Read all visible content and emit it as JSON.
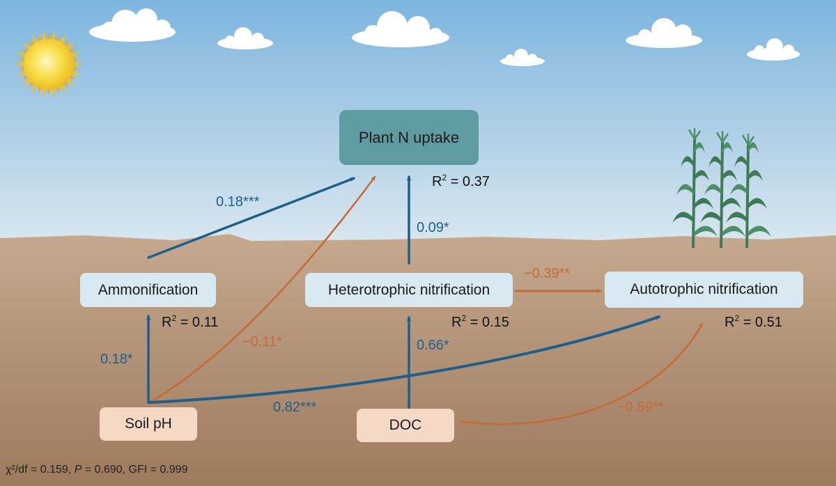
{
  "nodes": {
    "plant_n_uptake": "Plant N uptake",
    "ammonification": "Ammonification",
    "heterotrophic_nitrification": "Heterotrophic nitrification",
    "autotrophic_nitrification": "Autotrophic nitrification",
    "soil_ph": "Soil pH",
    "doc": "DOC"
  },
  "r2": {
    "prefix": "R",
    "superscript": "2",
    "plant_n_uptake": " = 0.37",
    "ammonification": " = 0.11",
    "heterotrophic_nitrification": " = 0.15",
    "autotrophic_nitrification": " = 0.51"
  },
  "paths": [
    {
      "from": "Ammonification",
      "to": "Plant N uptake",
      "coefficient": "0.18***",
      "sign": "positive"
    },
    {
      "from": "Soil pH",
      "to": "Plant N uptake",
      "coefficient": "−0.11*",
      "sign": "negative"
    },
    {
      "from": "Heterotrophic nitrification",
      "to": "Plant N uptake",
      "coefficient": "0.09*",
      "sign": "positive"
    },
    {
      "from": "Soil pH",
      "to": "Ammonification",
      "coefficient": "0.18*",
      "sign": "positive"
    },
    {
      "from": "Heterotrophic nitrification",
      "to": "Autotrophic nitrification",
      "coefficient": "−0.39**",
      "sign": "negative"
    },
    {
      "from": "DOC",
      "to": "Heterotrophic nitrification",
      "coefficient": "0.66*",
      "sign": "positive"
    },
    {
      "from": "Soil pH",
      "to": "Autotrophic nitrification",
      "coefficient": "0.82***",
      "sign": "positive"
    },
    {
      "from": "DOC",
      "to": "Autotrophic nitrification",
      "coefficient": "−0.59**",
      "sign": "negative"
    }
  ],
  "fit": {
    "chi_df": "χ²/df = 0.159, ",
    "p_symbol": "P",
    "p_value": " = 0.690, GFI = 0.999"
  },
  "colors": {
    "positive": "#1c5f8c",
    "negative": "#c46a35",
    "sky_top": "#7db5df",
    "sky_bottom": "#d8e7f0",
    "soil_top": "#c3a68c",
    "soil_bottom": "#a07c5e"
  },
  "icons": [
    "sun-icon",
    "cloud-icon",
    "corn-plant-icon"
  ]
}
